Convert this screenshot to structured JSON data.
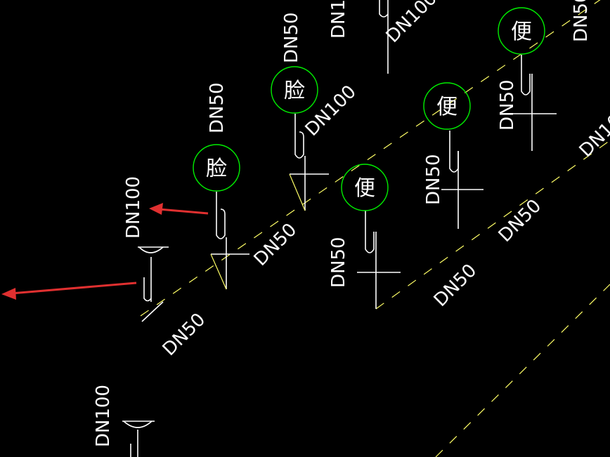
{
  "drawing": {
    "symbols": {
      "washbasin": "脸",
      "toilet": "便"
    },
    "pipe_labels": {
      "dn50": "DN50",
      "dn100": "DN100"
    },
    "colors": {
      "background": "#000000",
      "pipe": "#ffffff",
      "centerline": "#ffff66",
      "fixture_circle": "#00ee00",
      "annotation_arrow": "#e03030"
    }
  }
}
